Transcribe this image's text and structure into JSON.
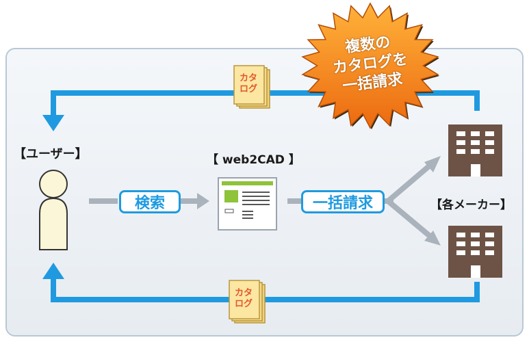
{
  "labels": {
    "user": "【ユーザー】",
    "web2cad": "【 web2CAD 】",
    "makers": "【各メーカー】"
  },
  "steps": {
    "search": "検索",
    "bulk_request": "一括請求"
  },
  "catalog_card": {
    "line1": "カタ",
    "line2": "ログ"
  },
  "burst": {
    "line1": "複数の",
    "line2": "カタログを",
    "line3": "一括請求"
  },
  "colors": {
    "flow_blue": "#1f9ae0",
    "arrow_gray": "#aab2bb",
    "burst_orange": "#f07f18",
    "card_yellow": "#fbe6a2",
    "card_text": "#e2572b"
  },
  "icons": [
    "user-icon",
    "web-page-icon",
    "building-icon"
  ]
}
